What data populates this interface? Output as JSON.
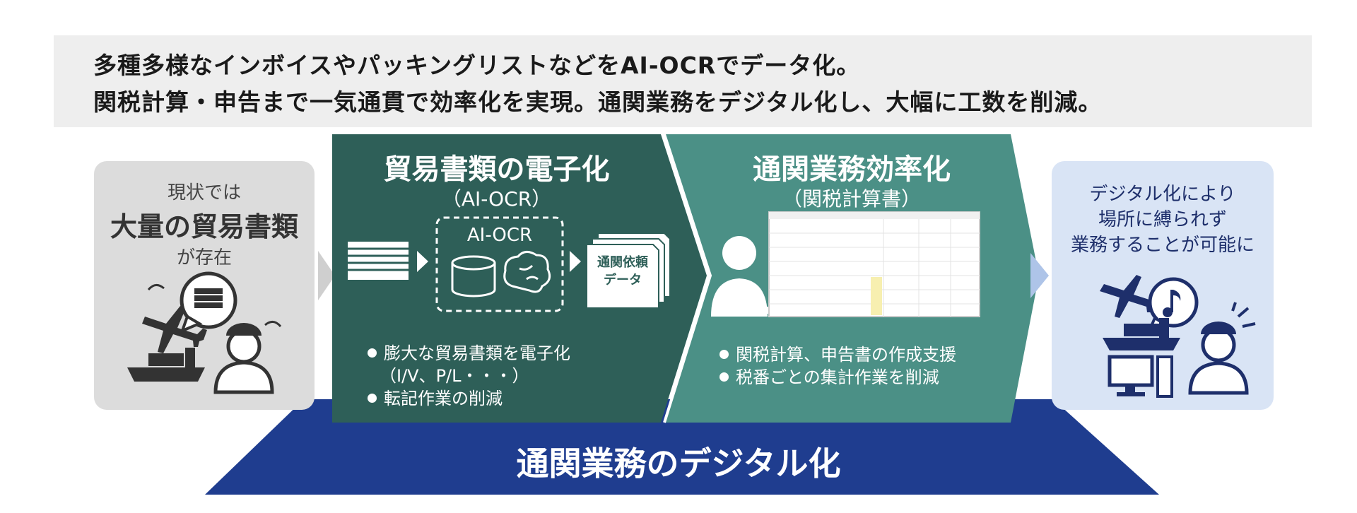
{
  "headline": {
    "line1": "多種多様なインボイスやパッキングリストなどをAI-OCRでデータ化。",
    "line2": "関税計算・申告まで一気通貫で効率化を実現。通関業務をデジタル化し、大幅に工数を削減。"
  },
  "current_state": {
    "line1": "現状では",
    "line2": "大量の貿易書類",
    "line3": "が存在"
  },
  "digitization": {
    "title": "貿易書類の電子化",
    "subtitle": "（AI-OCR）",
    "ocr_box_label": "AI-OCR",
    "output_doc_line1": "通関依頼",
    "output_doc_line2": "データ",
    "bullets": [
      "膨大な貿易書類を電子化",
      "（I/V、P/L・・・）",
      "転記作業の削減"
    ]
  },
  "efficiency": {
    "title": "通関業務効率化",
    "subtitle": "（関税計算書）",
    "bullets": [
      "関税計算、申告書の作成支援",
      "税番ごとの集計作業を削減"
    ]
  },
  "future_state": {
    "line1": "デジタル化により",
    "line2": "場所に縛られず",
    "line3": "業務することが可能に"
  },
  "base_banner": {
    "label": "通関業務のデジタル化"
  },
  "colors": {
    "dark_teal": "#2e5f58",
    "light_teal": "#4b9086",
    "navy": "#1f3d8f",
    "grey_panel": "#dcdcdc",
    "light_blue_panel": "#d9e4f5",
    "dark_blue_text": "#1e2f6b"
  },
  "icons": [
    "document-stack-icon",
    "database-icon",
    "brain-icon",
    "documents-icon",
    "user-computer-icon",
    "spreadsheet-screenshot",
    "airplane-icon",
    "ship-icon",
    "speech-bubble-icon",
    "worker-icon",
    "music-note-icon",
    "computer-icon"
  ]
}
